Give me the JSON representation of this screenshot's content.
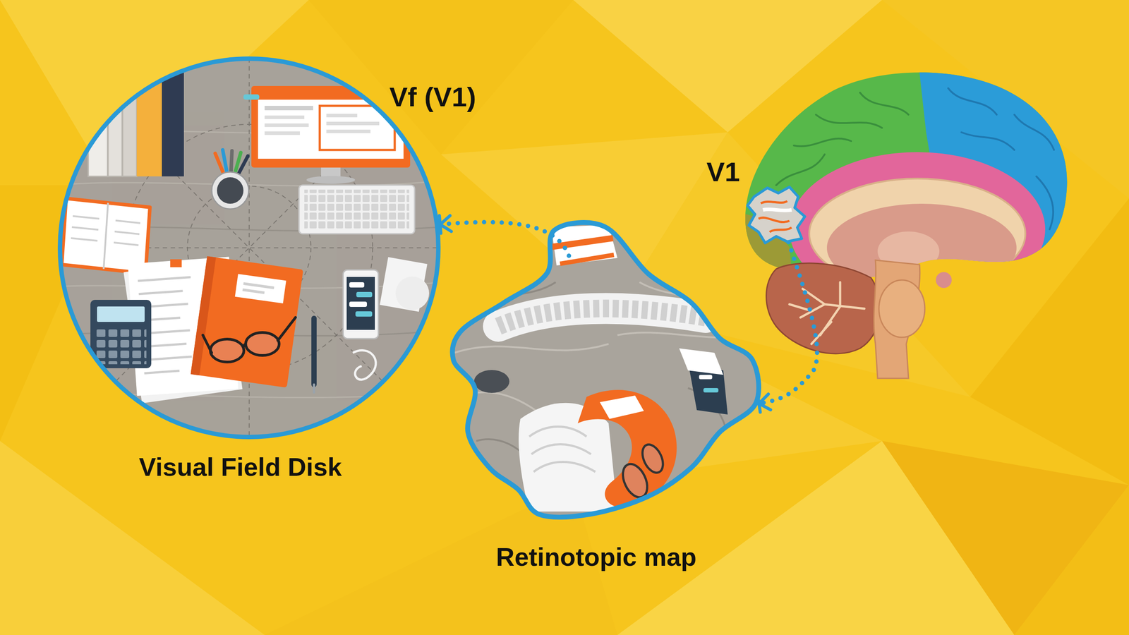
{
  "diagram": {
    "nodes": [
      {
        "text": [
          "Vf (V1)",
          "Visual Field Disk"
        ]
      },
      {
        "text": [
          "Retinotopic map"
        ]
      },
      {
        "text": [
          "V1"
        ]
      }
    ],
    "edges": [
      {
        "from": 1,
        "to": 0,
        "arrow": "to"
      },
      {
        "from": 2,
        "to": 1,
        "arrow": "to"
      }
    ]
  }
}
